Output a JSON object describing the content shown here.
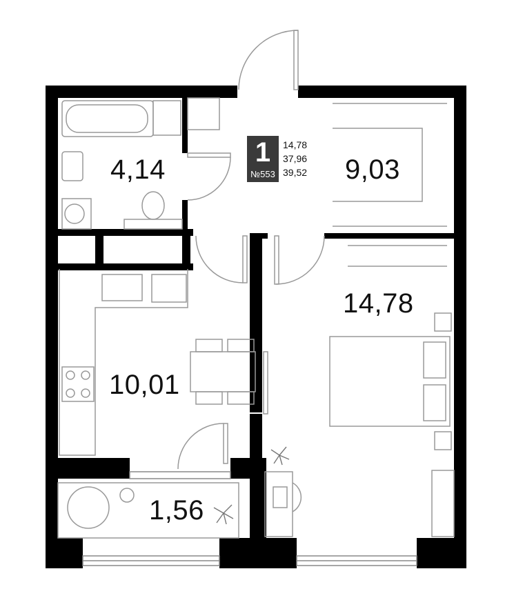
{
  "plan": {
    "rooms": [
      {
        "id": "bathroom",
        "area": "4,14"
      },
      {
        "id": "wardrobe",
        "area": "9,03"
      },
      {
        "id": "bedroom",
        "area": "14,78"
      },
      {
        "id": "kitchen",
        "area": "10,01"
      },
      {
        "id": "balcony",
        "area": "1,56"
      }
    ],
    "apartment": {
      "rooms_count": "1",
      "number": "№553",
      "areas": [
        "14,78",
        "37,96",
        "39,52"
      ]
    }
  },
  "colors": {
    "wall": "#000000",
    "furniture_line": "#999999",
    "badge_bg": "#3a3a3a",
    "background": "#ffffff"
  },
  "icons": [
    "door-swing",
    "bathtub",
    "sink",
    "washing-machine",
    "toilet",
    "stove",
    "kitchen-table",
    "bed",
    "desk",
    "plant",
    "armchair",
    "wardrobe-rods"
  ]
}
